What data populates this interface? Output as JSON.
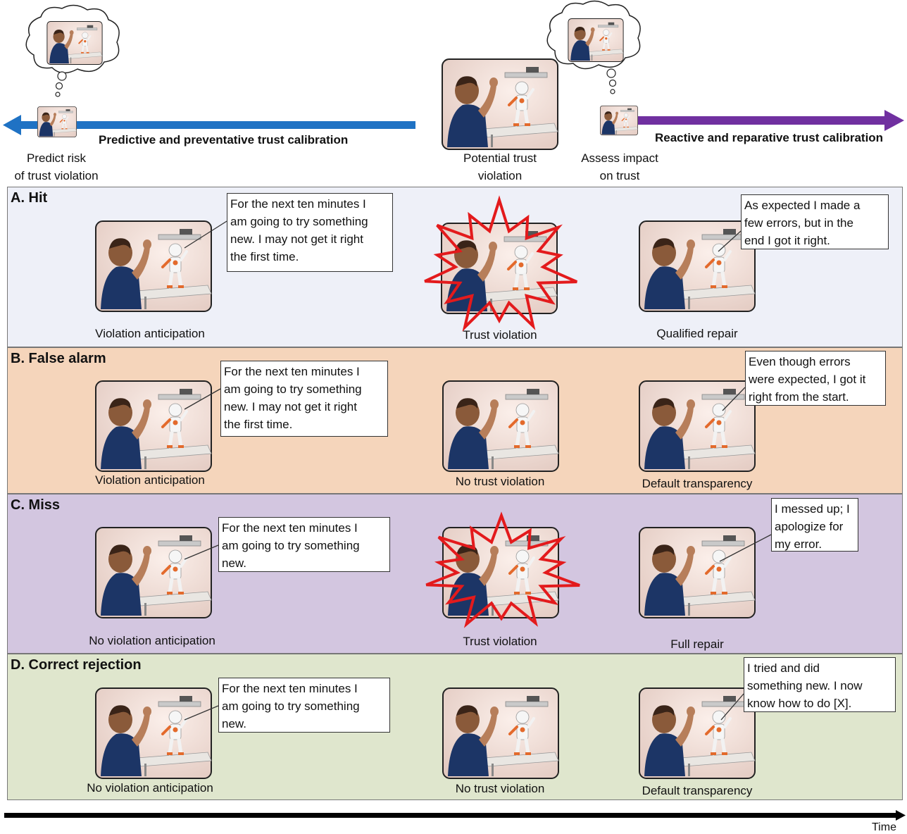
{
  "timeline": {
    "left_arrow_label": "Predictive and preventative trust calibration",
    "right_arrow_label": "Reactive and reparative trust calibration",
    "predict_label_line1": "Predict risk",
    "predict_label_line2": "of trust violation",
    "potential_label_line1": "Potential trust",
    "potential_label_line2": "violation",
    "assess_label_line1": "Assess impact",
    "assess_label_line2": "on trust",
    "time_label": "Time",
    "colors": {
      "left_arrow": "#1f72c4",
      "right_arrow": "#7030a0",
      "time_arrow": "#000000"
    }
  },
  "panels": [
    {
      "title": "A. Hit",
      "background": "#eef0f8",
      "left_caption": "Violation anticipation",
      "left_bubble": [
        "For the next ten minutes I",
        "am going to try something",
        "new. I may not get it right",
        "the first time."
      ],
      "middle_caption": "Trust violation",
      "middle_violation": true,
      "right_caption": "Qualified repair",
      "right_bubble": [
        "As expected I made a",
        "few errors, but in the",
        "end I got it right."
      ]
    },
    {
      "title": "B. False alarm",
      "background": "#f5d5bb",
      "left_caption": "Violation anticipation",
      "left_bubble": [
        "For the next ten minutes I",
        "am going to try something",
        "new. I may not get it right",
        "the first time."
      ],
      "middle_caption": "No trust violation",
      "middle_violation": false,
      "right_caption": "Default transparency",
      "right_bubble": [
        "Even though errors",
        "were expected, I got it",
        "right from the start."
      ]
    },
    {
      "title": "C. Miss",
      "background": "#d3c6e0",
      "left_caption": "No violation anticipation",
      "left_bubble": [
        "For the next ten minutes I",
        "am going to try something",
        "new."
      ],
      "middle_caption": "Trust violation",
      "middle_violation": true,
      "right_caption": "Full repair",
      "right_bubble": [
        "I messed up; I",
        "apologize for",
        "my error."
      ]
    },
    {
      "title": "D. Correct rejection",
      "background": "#dfe6cd",
      "left_caption": "No violation anticipation",
      "left_bubble": [
        "For the next ten minutes I",
        "am going to try something",
        "new."
      ],
      "middle_caption": "No trust violation",
      "middle_violation": false,
      "right_caption": "Default transparency",
      "right_bubble": [
        "I tried and did",
        "something new. I now",
        "know how to do [X]."
      ]
    }
  ]
}
